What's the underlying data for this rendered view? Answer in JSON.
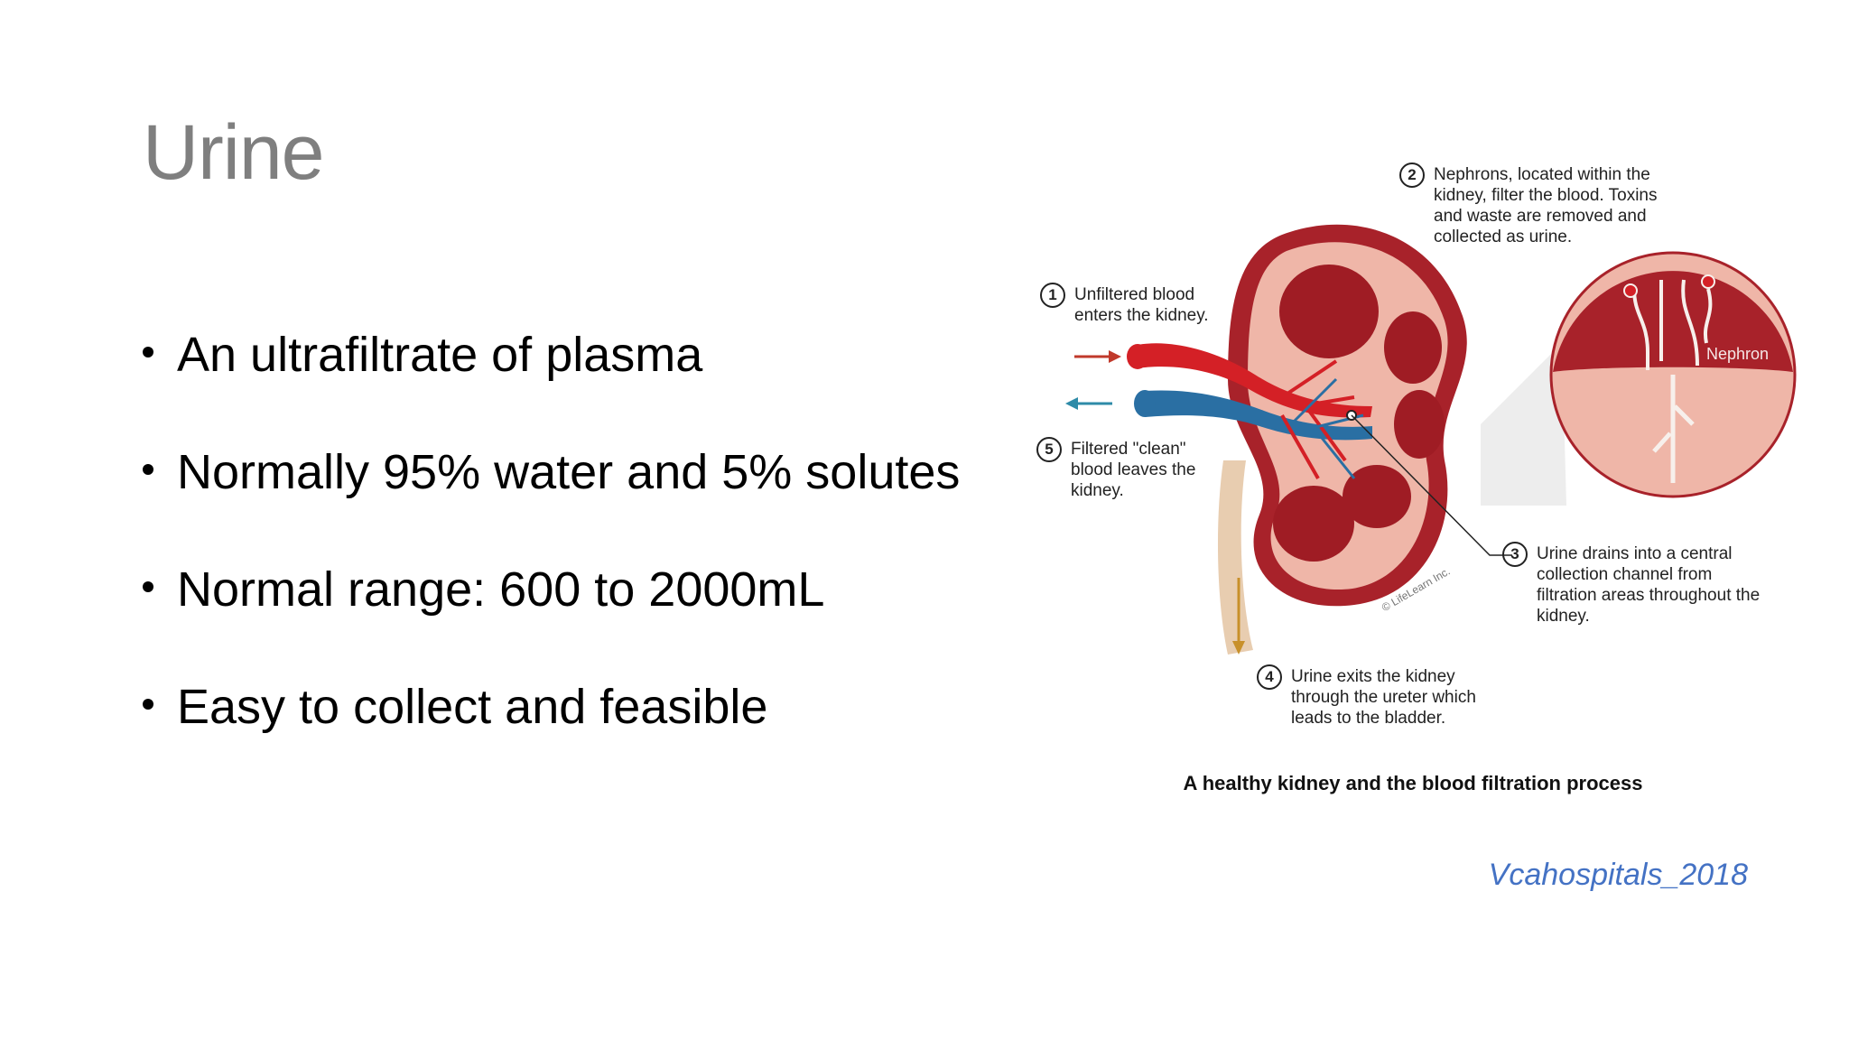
{
  "slide": {
    "title": "Urine",
    "bullets": [
      "An ultrafiltrate of plasma",
      "Normally 95% water and 5% solutes",
      "Normal range: 600 to 2000mL",
      "Easy to collect and feasible"
    ],
    "credit": "Vcahospitals_2018"
  },
  "figure": {
    "steps": [
      {
        "num": "1",
        "text": "Unfiltered blood enters the kidney."
      },
      {
        "num": "2",
        "text": "Nephrons, located within the kidney, filter the blood. Toxins and waste are removed and collected as urine."
      },
      {
        "num": "3",
        "text": "Urine drains into a central collection channel from filtration areas throughout the kidney."
      },
      {
        "num": "4",
        "text": "Urine exits the kidney through the ureter which leads to the bladder."
      },
      {
        "num": "5",
        "text": "Filtered \"clean\" blood leaves the kidney."
      }
    ],
    "nephron_label": "Nephron",
    "copyright": "© LifeLearn Inc.",
    "caption": "A healthy kidney and the blood filtration process"
  },
  "colors": {
    "title": "#7f7f7f",
    "credit": "#4472c4",
    "kidney_outer": "#a8222a",
    "kidney_inner": "#efb6a8",
    "artery": "#d42026",
    "vein": "#2a6fa3"
  }
}
